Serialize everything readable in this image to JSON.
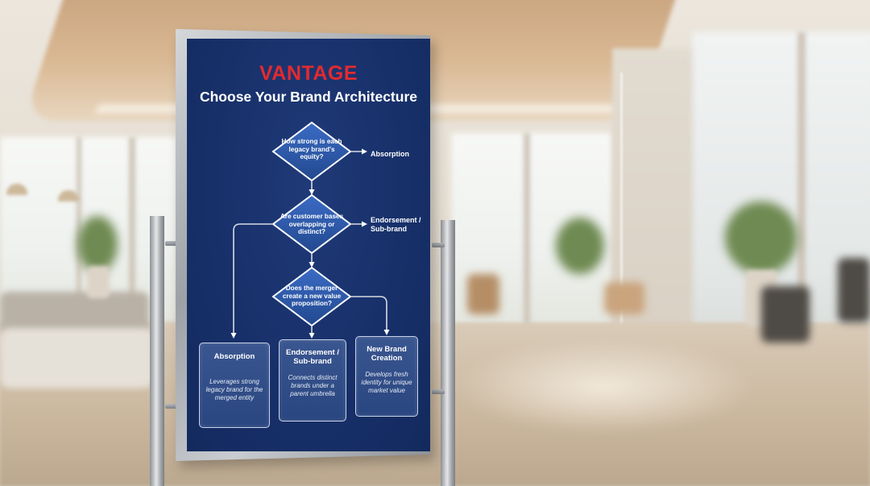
{
  "poster": {
    "logo": "VANTAGE",
    "title": "Choose Your Brand Architecture",
    "decisions": [
      {
        "question": "How strong is each legacy brand's equity?",
        "outcome": "Absorption"
      },
      {
        "question": "Are customer bases overlapping or distinct?",
        "outcome": "Endorsement / Sub-brand"
      },
      {
        "question": "Does the merger create a new value proposition?"
      }
    ],
    "results": [
      {
        "title": "Absorption",
        "description": "Leverages strong legacy brand for the merged entity"
      },
      {
        "title": "Endorsement / Sub-brand",
        "description": "Connects distinct brands under a parent umbrella"
      },
      {
        "title": "New Brand Creation",
        "description": "Develops fresh identity for unique market value"
      }
    ]
  },
  "colors": {
    "poster_background": "#18306a",
    "logo_red": "#e32a2f",
    "card_fill": "#2f4b85",
    "card_border": "#c9d2e6",
    "diamond_fill": "#2d5ab0"
  },
  "icons": [
    "arrow-right-icon",
    "arrow-down-icon"
  ]
}
